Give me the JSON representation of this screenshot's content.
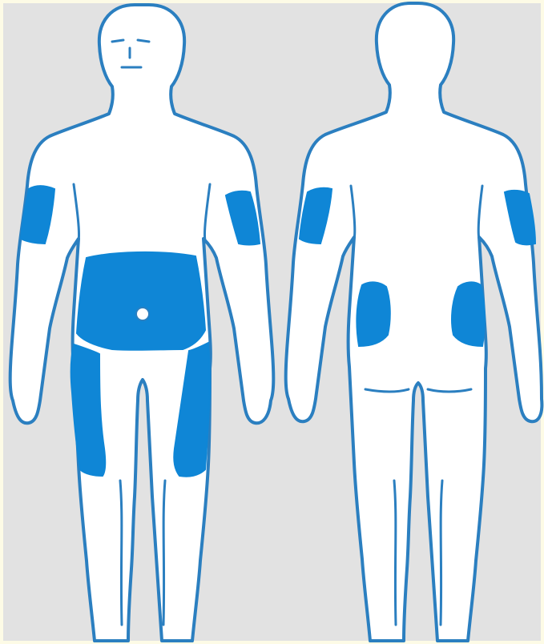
{
  "diagram": {
    "views": [
      {
        "id": "front",
        "regions": [
          "left-upper-arm",
          "right-upper-arm",
          "abdomen",
          "left-thigh",
          "right-thigh"
        ]
      },
      {
        "id": "back",
        "regions": [
          "left-upper-arm",
          "right-upper-arm",
          "left-flank",
          "right-flank"
        ]
      }
    ],
    "icons": [
      "front-body-figure",
      "back-body-figure",
      "navel-icon"
    ]
  },
  "colors": {
    "background": "#e2e2e2",
    "border": "#fdfbe6",
    "body_fill": "#ffffff",
    "outline": "#2b7fc0",
    "highlight": "#0f86d6",
    "navel": "#ffffff"
  }
}
